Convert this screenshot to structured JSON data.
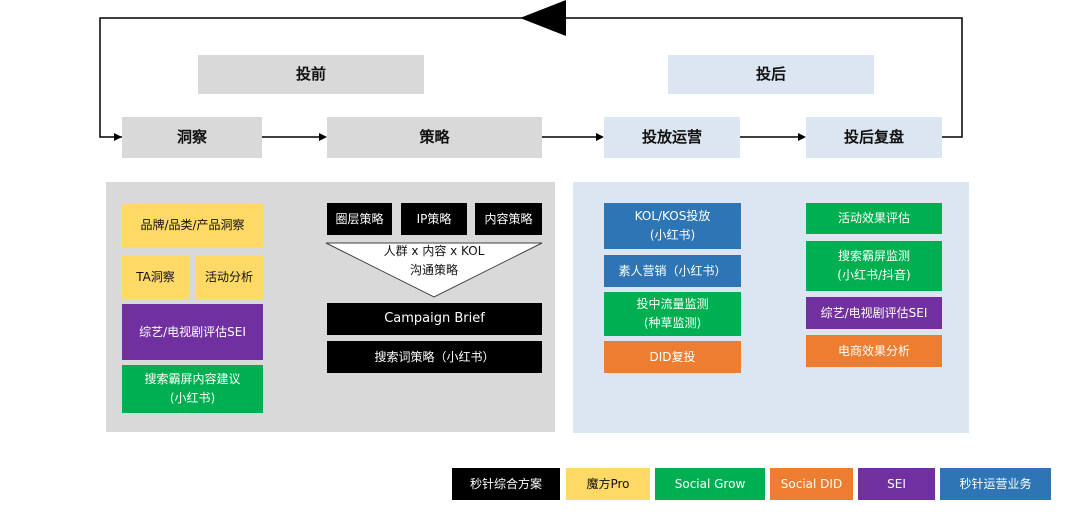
{
  "colors": {
    "gray_header": "#d9d9d9",
    "blue_header": "#dce6f2",
    "gray_panel": "#d9d9d9",
    "blue_panel": "#dce6f2",
    "black": "#000000",
    "yellow": "#ffd966",
    "green": "#00b050",
    "orange": "#ed7d31",
    "purple": "#7030a0",
    "blue": "#2e75b6"
  },
  "phases": {
    "pre": "投前",
    "post": "投后"
  },
  "steps": {
    "insight": "洞察",
    "strategy": "策略",
    "operation": "投放运营",
    "review": "投后复盘"
  },
  "insight_panel": {
    "brand_insight": "品牌/品类/产品洞察",
    "ta_insight": "TA洞察",
    "activity_analysis": "活动分析",
    "sei_line1": "综艺/电视剧评估SEI",
    "search_line1": "搜索霸屏内容建议",
    "search_line2": "(小红书)"
  },
  "strategy_panel": {
    "circle_strategy": "圈层策略",
    "ip_strategy": "IP策略",
    "content_strategy": "内容策略",
    "funnel_line1": "人群 x 内容 x KOL",
    "funnel_line2": "沟通策略",
    "campaign_brief": "Campaign Brief",
    "keyword_strategy": "搜索词策略（小红书）"
  },
  "operation_panel": {
    "kol_line1": "KOL/KOS投放",
    "kol_line2": "(小红书)",
    "koc": "素人营销（小红书）",
    "traffic_line1": "投中流量监测",
    "traffic_line2": "(种草监测)",
    "did": "DID复投"
  },
  "review_panel": {
    "activity_eval": "活动效果评估",
    "search_line1": "搜索霸屏监测",
    "search_line2": "(小红书/抖音)",
    "sei": "综艺/电视剧评估SEI",
    "ecommerce": "电商效果分析"
  },
  "legend": [
    {
      "label": "秒针综合方案",
      "color": "#000000"
    },
    {
      "label": "魔方Pro",
      "color": "#ffd966"
    },
    {
      "label": "Social Grow",
      "color": "#00b050"
    },
    {
      "label": "Social DID",
      "color": "#ed7d31"
    },
    {
      "label": "SEI",
      "color": "#7030a0"
    },
    {
      "label": "秒针运营业务",
      "color": "#2e75b6"
    }
  ]
}
